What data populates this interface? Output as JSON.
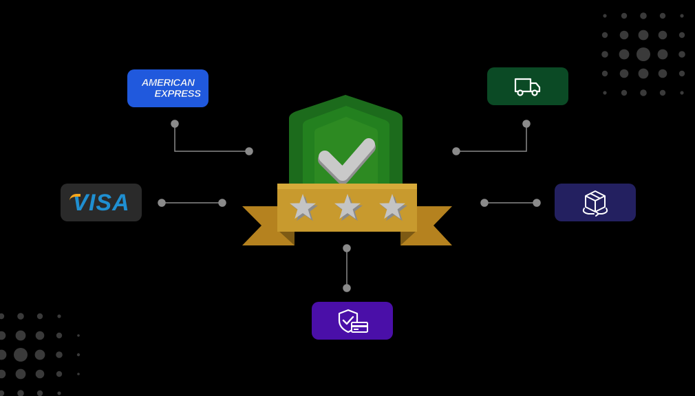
{
  "colors": {
    "background": "#000000",
    "amex_card": "#2059dd",
    "truck_card": "#0b4a25",
    "visa_card": "#2a2a2a",
    "box_card": "#232060",
    "secure_card": "#4a0fa8",
    "badge_green_dark": "#1c6b1c",
    "badge_green": "#2d8a22",
    "banner_gold": "#c89a2e",
    "banner_tail": "#b5821f",
    "connector": "#8a8a8a",
    "dots": "#3a3a3a"
  },
  "cards": {
    "amex": {
      "line1": "AMERICAN",
      "line2": "EXPRESS"
    },
    "visa": {
      "label": "VISA"
    },
    "truck": {
      "icon": "delivery-truck-icon"
    },
    "box": {
      "icon": "package-return-icon"
    },
    "secure": {
      "icon": "secure-payment-shield-icon"
    }
  },
  "badge": {
    "icon": "shield-check-icon",
    "rating": 3
  }
}
